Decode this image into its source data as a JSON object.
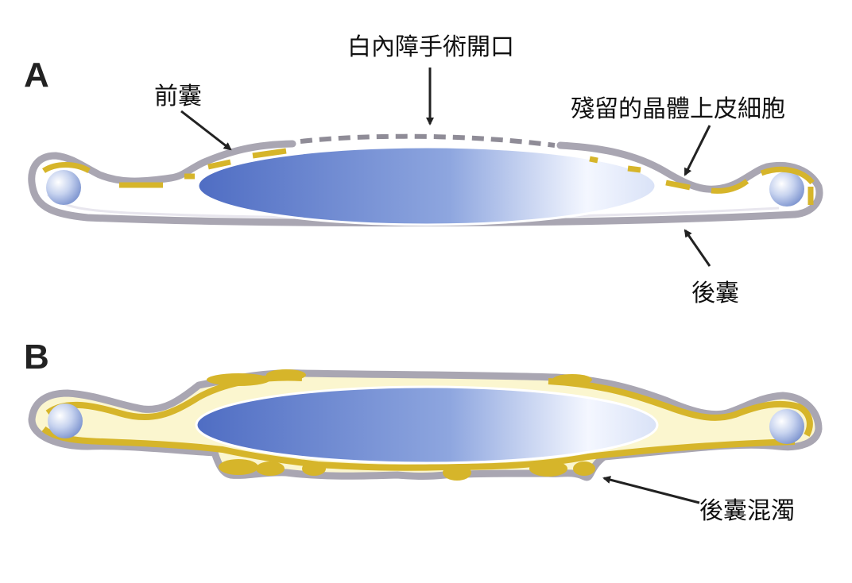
{
  "panels": {
    "a": {
      "letter": "A",
      "labels": {
        "cataract_opening": "白內障手術開口",
        "anterior_capsule": "前囊",
        "residual_epithelial_cells": "殘留的晶體上皮細胞",
        "posterior_capsule": "後囊"
      }
    },
    "b": {
      "letter": "B",
      "labels": {
        "posterior_capsule_opacification": "後囊混濁"
      }
    }
  },
  "colors": {
    "capsule": "#a9a6b2",
    "cells": "#d6b52a",
    "lens_dark": "#4f6fc4",
    "lens_light": "#ffffff",
    "arrow": "#222222"
  }
}
